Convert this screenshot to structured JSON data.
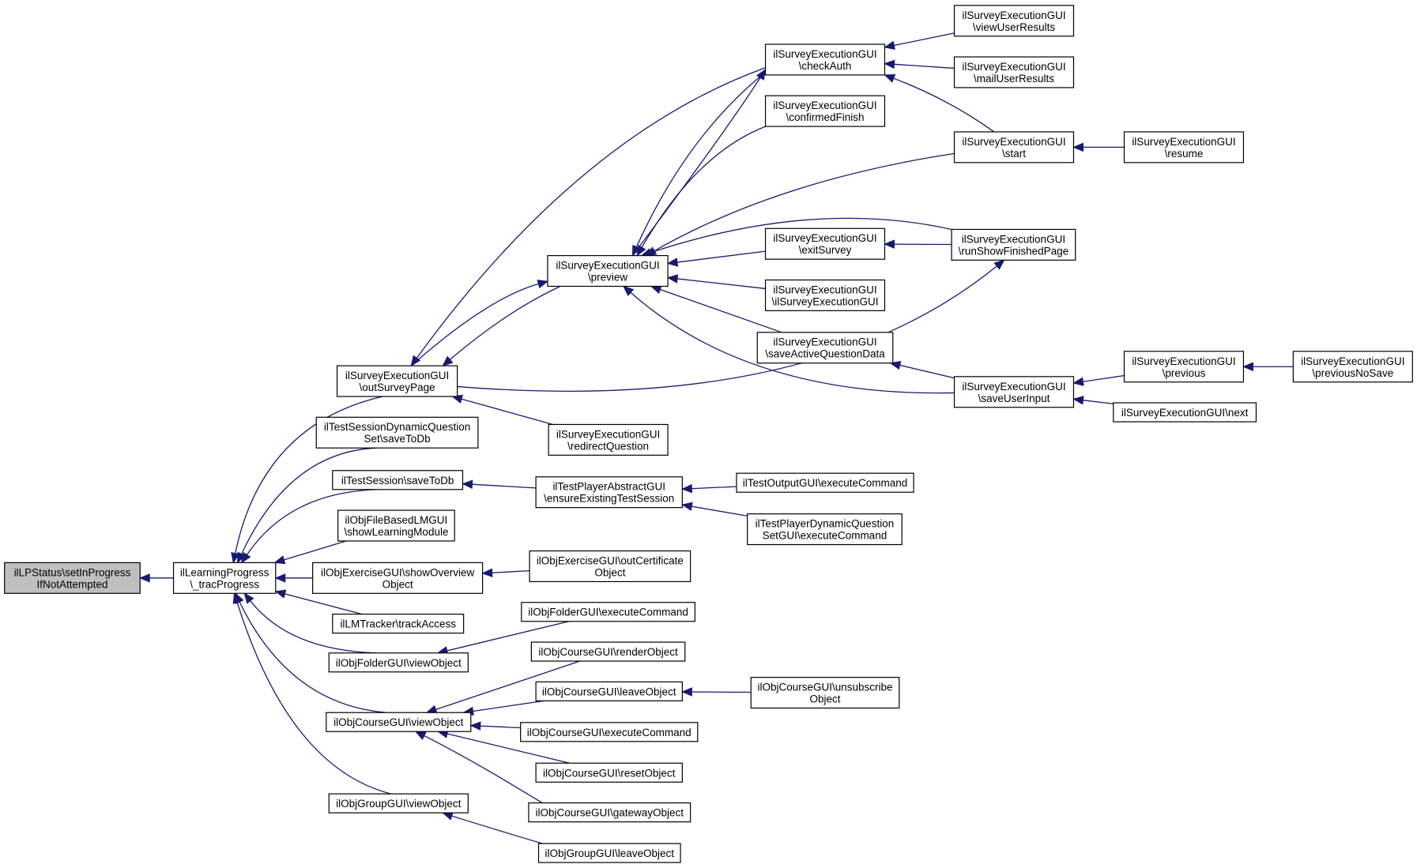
{
  "nodes": [
    {
      "id": "root",
      "lines": [
        "ilLPStatus\\setInProgress",
        "IfNotAttempted"
      ],
      "root": true
    },
    {
      "id": "track",
      "lines": [
        "ilLearningProgress",
        "\\_tracProgress"
      ]
    },
    {
      "id": "outSurveyPage",
      "lines": [
        "ilSurveyExecutionGUI",
        "\\outSurveyPage"
      ]
    },
    {
      "id": "tsdqs",
      "lines": [
        "ilTestSessionDynamicQuestion",
        "Set\\saveToDb"
      ]
    },
    {
      "id": "tsSave",
      "lines": [
        "ilTestSession\\saveToDb"
      ]
    },
    {
      "id": "fileLM",
      "lines": [
        "ilObjFileBasedLMGUI",
        "\\showLearningModule"
      ]
    },
    {
      "id": "exShow",
      "lines": [
        "ilObjExerciseGUI\\showOverview",
        "Object"
      ]
    },
    {
      "id": "lmTrack",
      "lines": [
        "ilLMTracker\\trackAccess"
      ]
    },
    {
      "id": "folderView",
      "lines": [
        "ilObjFolderGUI\\viewObject"
      ]
    },
    {
      "id": "courseView",
      "lines": [
        "ilObjCourseGUI\\viewObject"
      ]
    },
    {
      "id": "groupView",
      "lines": [
        "ilObjGroupGUI\\viewObject"
      ]
    },
    {
      "id": "preview",
      "lines": [
        "ilSurveyExecutionGUI",
        "\\preview"
      ]
    },
    {
      "id": "redirect",
      "lines": [
        "ilSurveyExecutionGUI",
        "\\redirectQuestion"
      ]
    },
    {
      "id": "ensure",
      "lines": [
        "ilTestPlayerAbstractGUI",
        "\\ensureExistingTestSession"
      ]
    },
    {
      "id": "exCert",
      "lines": [
        "ilObjExerciseGUI\\outCertificate",
        "Object"
      ]
    },
    {
      "id": "folderExec",
      "lines": [
        "ilObjFolderGUI\\executeCommand"
      ]
    },
    {
      "id": "courseRender",
      "lines": [
        "ilObjCourseGUI\\renderObject"
      ]
    },
    {
      "id": "courseLeave",
      "lines": [
        "ilObjCourseGUI\\leaveObject"
      ]
    },
    {
      "id": "courseExec",
      "lines": [
        "ilObjCourseGUI\\executeCommand"
      ]
    },
    {
      "id": "courseReset",
      "lines": [
        "ilObjCourseGUI\\resetObject"
      ]
    },
    {
      "id": "courseGateway",
      "lines": [
        "ilObjCourseGUI\\gatewayObject"
      ]
    },
    {
      "id": "groupLeave",
      "lines": [
        "ilObjGroupGUI\\leaveObject"
      ]
    },
    {
      "id": "checkAuth",
      "lines": [
        "ilSurveyExecutionGUI",
        "\\checkAuth"
      ]
    },
    {
      "id": "confirmed",
      "lines": [
        "ilSurveyExecutionGUI",
        "\\confirmedFinish"
      ]
    },
    {
      "id": "exitSurvey",
      "lines": [
        "ilSurveyExecutionGUI",
        "\\exitSurvey"
      ]
    },
    {
      "id": "ctor",
      "lines": [
        "ilSurveyExecutionGUI",
        "\\ilSurveyExecutionGUI"
      ]
    },
    {
      "id": "saveActive",
      "lines": [
        "ilSurveyExecutionGUI",
        "\\saveActiveQuestionData"
      ]
    },
    {
      "id": "testOut",
      "lines": [
        "ilTestOutputGUI\\executeCommand"
      ]
    },
    {
      "id": "testDyn",
      "lines": [
        "ilTestPlayerDynamicQuestion",
        "SetGUI\\executeCommand"
      ]
    },
    {
      "id": "courseUnsub",
      "lines": [
        "ilObjCourseGUI\\unsubscribe",
        "Object"
      ]
    },
    {
      "id": "viewUser",
      "lines": [
        "ilSurveyExecutionGUI",
        "\\viewUserResults"
      ]
    },
    {
      "id": "mailUser",
      "lines": [
        "ilSurveyExecutionGUI",
        "\\mailUserResults"
      ]
    },
    {
      "id": "start",
      "lines": [
        "ilSurveyExecutionGUI",
        "\\start"
      ]
    },
    {
      "id": "runShow",
      "lines": [
        "ilSurveyExecutionGUI",
        "\\runShowFinishedPage"
      ]
    },
    {
      "id": "saveUser",
      "lines": [
        "ilSurveyExecutionGUI",
        "\\saveUserInput"
      ]
    },
    {
      "id": "resume",
      "lines": [
        "ilSurveyExecutionGUI",
        "\\resume"
      ]
    },
    {
      "id": "previous",
      "lines": [
        "ilSurveyExecutionGUI",
        "\\previous"
      ]
    },
    {
      "id": "next",
      "lines": [
        "ilSurveyExecutionGUI\\next"
      ]
    },
    {
      "id": "prevNoSave",
      "lines": [
        "ilSurveyExecutionGUI",
        "\\previousNoSave"
      ]
    }
  ],
  "edges": [
    [
      "track",
      "root"
    ],
    [
      "outSurveyPage",
      "track"
    ],
    [
      "tsdqs",
      "track"
    ],
    [
      "tsSave",
      "track"
    ],
    [
      "fileLM",
      "track"
    ],
    [
      "exShow",
      "track"
    ],
    [
      "lmTrack",
      "track"
    ],
    [
      "folderView",
      "track"
    ],
    [
      "courseView",
      "track"
    ],
    [
      "groupView",
      "track"
    ],
    [
      "preview",
      "outSurveyPage"
    ],
    [
      "redirect",
      "outSurveyPage"
    ],
    [
      "checkAuth",
      "outSurveyPage"
    ],
    [
      "outSurveyPage",
      "preview"
    ],
    [
      "checkAuth",
      "preview"
    ],
    [
      "confirmed",
      "preview"
    ],
    [
      "start",
      "preview"
    ],
    [
      "runShow",
      "preview"
    ],
    [
      "exitSurvey",
      "preview"
    ],
    [
      "ctor",
      "preview"
    ],
    [
      "saveActive",
      "preview"
    ],
    [
      "saveUser",
      "preview"
    ],
    [
      "preview",
      "checkAuth"
    ],
    [
      "viewUser",
      "checkAuth"
    ],
    [
      "mailUser",
      "checkAuth"
    ],
    [
      "start",
      "checkAuth"
    ],
    [
      "resume",
      "start"
    ],
    [
      "runShow",
      "exitSurvey"
    ],
    [
      "outSurveyPage",
      "runShow"
    ],
    [
      "saveUser",
      "saveActive"
    ],
    [
      "previous",
      "saveUser"
    ],
    [
      "next",
      "saveUser"
    ],
    [
      "prevNoSave",
      "previous"
    ],
    [
      "ensure",
      "tsSave"
    ],
    [
      "testOut",
      "ensure"
    ],
    [
      "testDyn",
      "ensure"
    ],
    [
      "exCert",
      "exShow"
    ],
    [
      "folderExec",
      "folderView"
    ],
    [
      "courseRender",
      "courseView"
    ],
    [
      "courseLeave",
      "courseView"
    ],
    [
      "courseExec",
      "courseView"
    ],
    [
      "courseReset",
      "courseView"
    ],
    [
      "courseGateway",
      "courseView"
    ],
    [
      "courseUnsub",
      "courseLeave"
    ],
    [
      "groupLeave",
      "groupView"
    ]
  ]
}
